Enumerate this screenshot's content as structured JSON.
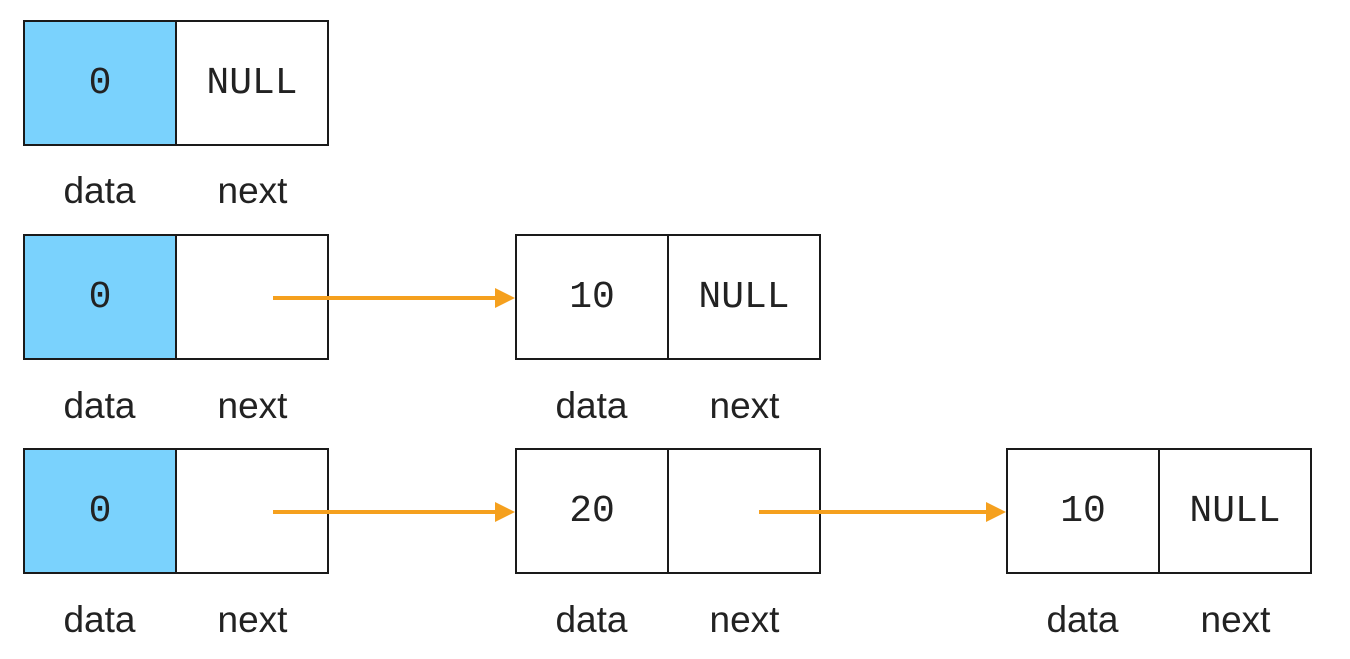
{
  "colors": {
    "head_fill": "#7ad2fd",
    "arrow": "#f5a01e",
    "border": "#1a1a1a"
  },
  "rows": [
    {
      "nodes": [
        {
          "data": "0",
          "next": "NULL",
          "head": true,
          "label_data": "data",
          "label_next": "next"
        }
      ]
    },
    {
      "nodes": [
        {
          "data": "0",
          "next": "",
          "head": true,
          "label_data": "data",
          "label_next": "next"
        },
        {
          "data": "10",
          "next": "NULL",
          "head": false,
          "label_data": "data",
          "label_next": "next"
        }
      ]
    },
    {
      "nodes": [
        {
          "data": "0",
          "next": "",
          "head": true,
          "label_data": "data",
          "label_next": "next"
        },
        {
          "data": "20",
          "next": "",
          "head": false,
          "label_data": "data",
          "label_next": "next"
        },
        {
          "data": "10",
          "next": "NULL",
          "head": false,
          "label_data": "data",
          "label_next": "next"
        }
      ]
    }
  ]
}
